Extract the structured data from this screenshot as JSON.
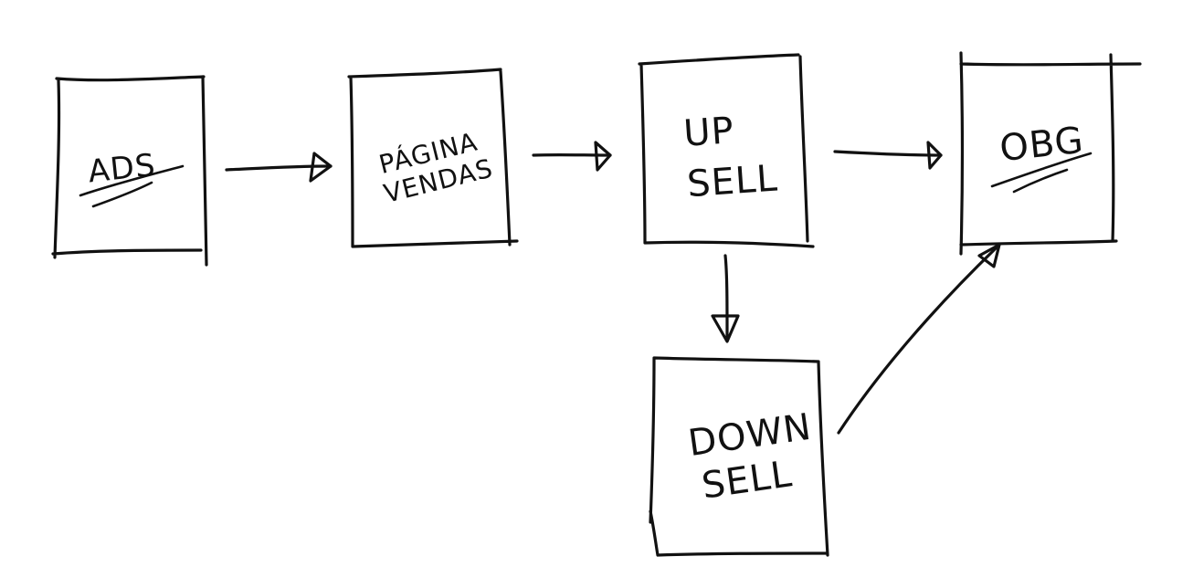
{
  "diagram": {
    "nodes": [
      {
        "id": "ads",
        "lines": [
          "ADS"
        ],
        "underlined": true
      },
      {
        "id": "pagina-vendas",
        "lines": [
          "PÁGINA",
          "VENDAS"
        ],
        "underlined": false
      },
      {
        "id": "upsell",
        "lines": [
          "UP",
          "SELL"
        ],
        "underlined": false
      },
      {
        "id": "obg",
        "lines": [
          "OBG"
        ],
        "underlined": true
      },
      {
        "id": "downsell",
        "lines": [
          "DOWN",
          "SELL"
        ],
        "underlined": false
      }
    ],
    "edges": [
      {
        "from": "ads",
        "to": "pagina-vendas"
      },
      {
        "from": "pagina-vendas",
        "to": "upsell"
      },
      {
        "from": "upsell",
        "to": "obg"
      },
      {
        "from": "upsell",
        "to": "downsell"
      },
      {
        "from": "downsell",
        "to": "obg"
      }
    ]
  }
}
